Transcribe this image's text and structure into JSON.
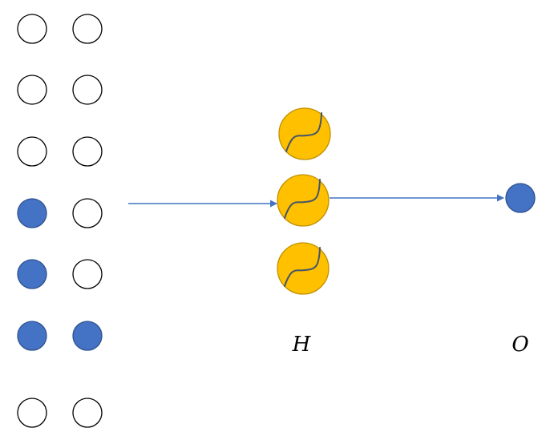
{
  "labels": {
    "hidden": "H",
    "output": "O"
  },
  "input_grid": {
    "columns": 2,
    "rows": [
      [
        false,
        false
      ],
      [
        false,
        false
      ],
      [
        false,
        false
      ],
      [
        true,
        false
      ],
      [
        true,
        false
      ],
      [
        true,
        true
      ],
      [
        false,
        false
      ]
    ]
  },
  "hidden_layer": {
    "units": 3,
    "activation_icon": "sigmoid-curve-icon"
  },
  "output_layer": {
    "units": 1
  },
  "colors": {
    "active_node": "#4472C4",
    "active_node_stroke": "#2F528F",
    "inactive_node_fill": "#FFFFFF",
    "inactive_node_stroke": "#000000",
    "hidden_node": "#FFC000",
    "hidden_node_stroke": "#BF9000",
    "curve": "#44546A",
    "arrow": "#4472C4"
  }
}
